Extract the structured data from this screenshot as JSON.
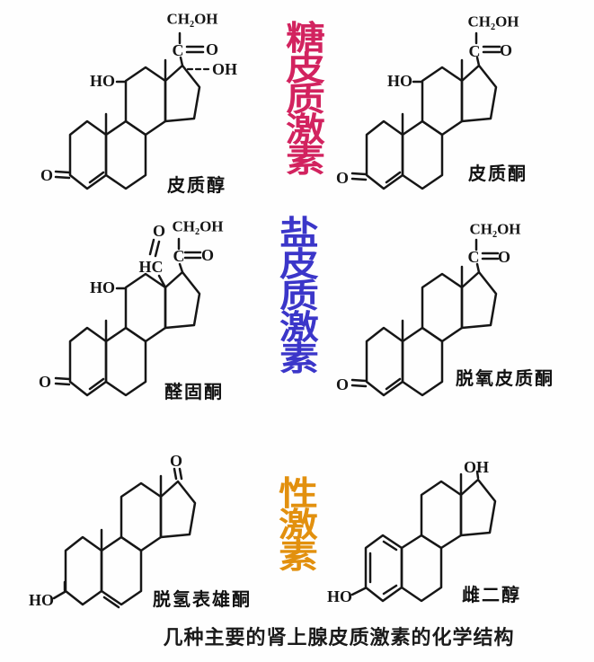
{
  "canvas": {
    "background": "#fefefe"
  },
  "caption": {
    "text": "几种主要的肾上腺皮质激素的化学结构"
  },
  "sections": [
    {
      "label": "糖皮质激素",
      "color": "#d2235f"
    },
    {
      "label": "盐皮质激素",
      "color": "#3b36c9"
    },
    {
      "label": "性激素",
      "color": "#e2900e"
    }
  ],
  "molecules": [
    {
      "name": "皮质醇",
      "atoms": {
        "ch2oh": "CH₂OH",
        "c": "C",
        "o": "O",
        "ho": "HO",
        "oh": "OH",
        "ketone_o": "O"
      }
    },
    {
      "name": "皮质酮",
      "atoms": {
        "ch2oh": "CH₂OH",
        "c": "C",
        "o": "O",
        "ho": "HO",
        "ketone_o": "O"
      }
    },
    {
      "name": "醛固酮",
      "atoms": {
        "aldehyde_o": "O",
        "hc": "HC",
        "ch2oh": "CH₂OH",
        "c": "C",
        "o": "O",
        "ho": "HO",
        "ketone_o": "O"
      }
    },
    {
      "name": "脱氧皮质酮",
      "atoms": {
        "ch2oh": "CH₂OH",
        "c": "C",
        "o": "O",
        "ketone_o": "O"
      }
    },
    {
      "name": "脱氢表雄酮",
      "atoms": {
        "ketone_o": "O",
        "ho": "HO"
      }
    },
    {
      "name": "雌二醇",
      "atoms": {
        "oh": "OH",
        "ho": "HO"
      }
    }
  ]
}
